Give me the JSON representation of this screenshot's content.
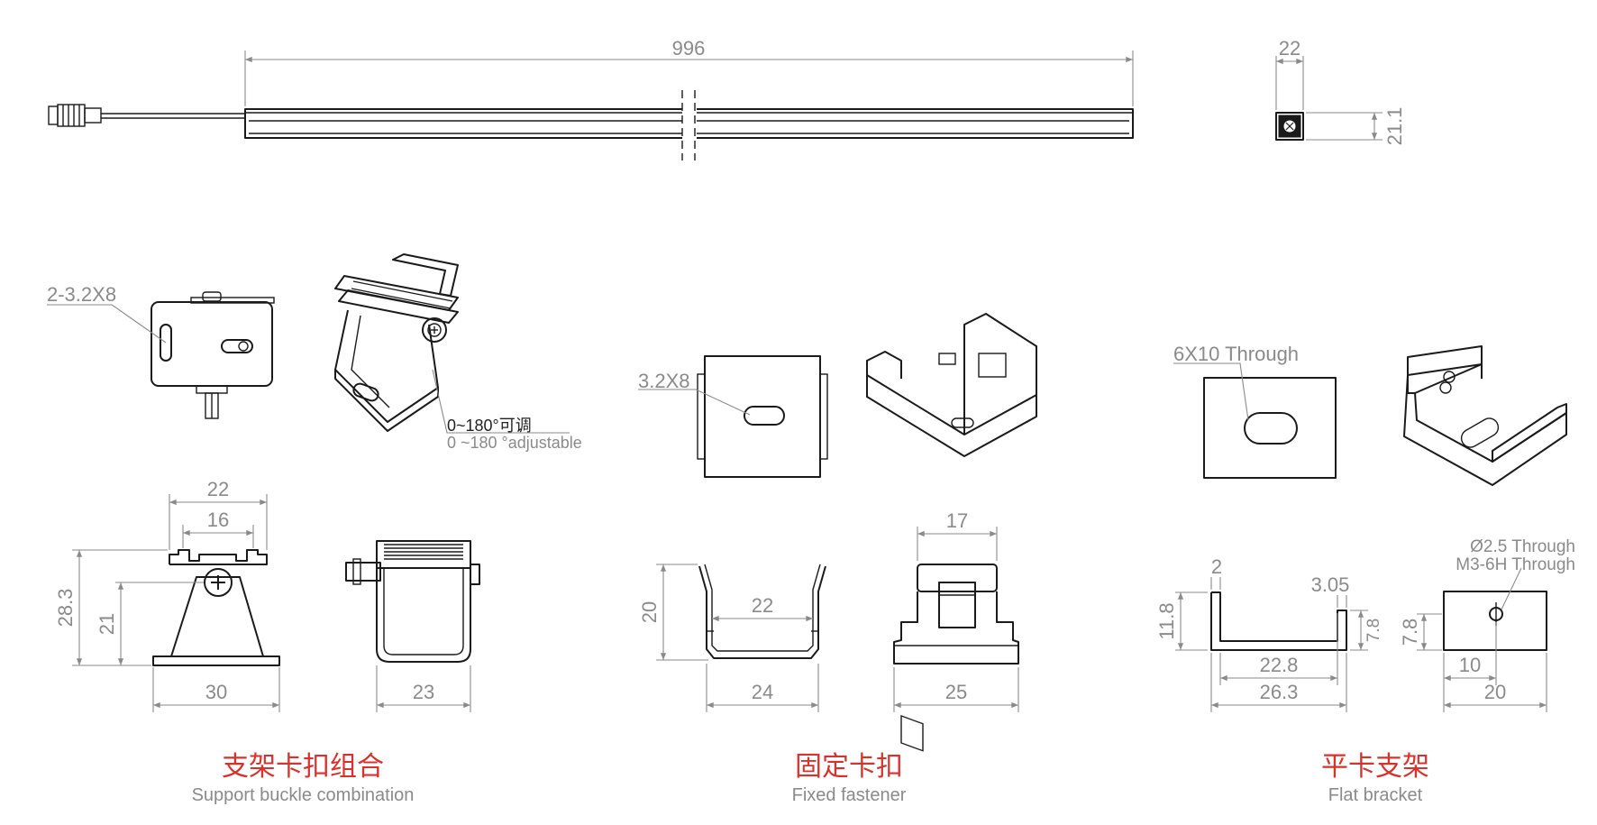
{
  "colors": {
    "line": "#1a1a1a",
    "dimension": "#8a8a8a",
    "caption_cn": "#d9312b",
    "caption_en": "#8a8a8a",
    "background": "#ffffff"
  },
  "top_view": {
    "length_label": "996",
    "end_width_label": "22",
    "end_height_label": "21.1"
  },
  "support_buckle": {
    "slot_label": "2-3.2X8",
    "rotation_label_cn": "0~180°可调",
    "rotation_label_en": "0 ~180 °adjustable",
    "dim_top_outer": "22",
    "dim_top_inner": "16",
    "dim_height_total": "28.3",
    "dim_height_pivot": "21",
    "dim_base_width": "30",
    "dim_side_width": "23",
    "caption_cn": "支架卡扣组合",
    "caption_en": "Support buckle combination"
  },
  "fixed_fastener": {
    "slot_label": "3.2X8",
    "dim_height": "20",
    "dim_inner_width": "22",
    "dim_outer_width": "24",
    "dim_top_width": "17",
    "dim_base_width": "25",
    "caption_cn": "固定卡扣",
    "caption_en": "Fixed fastener"
  },
  "flat_bracket": {
    "hole_label": "6X10 Through",
    "thread_label_1": "Ø2.5 Through",
    "thread_label_2": "M3-6H Through",
    "dim_thickness": "2",
    "dim_lip": "3.05",
    "dim_height": "11.8",
    "dim_inner_height": "7.8",
    "dim_inner_width": "22.8",
    "dim_outer_width": "26.3",
    "dim_side_height": "7.8",
    "dim_hole_offset": "10",
    "dim_side_width": "20",
    "caption_cn": "平卡支架",
    "caption_en": "Flat bracket"
  }
}
